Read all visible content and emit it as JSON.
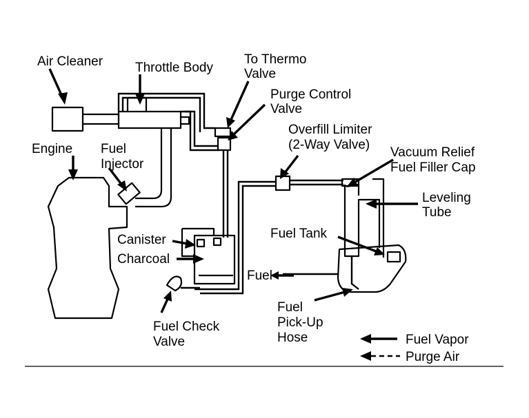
{
  "labels": {
    "air_cleaner": "Air Cleaner",
    "throttle_body": "Throttle Body",
    "to_thermo_1": "To Thermo",
    "to_thermo_2": "Valve",
    "purge_control_1": "Purge Control",
    "purge_control_2": "Valve",
    "engine": "Engine",
    "fuel_injector_1": "Fuel",
    "fuel_injector_2": "Injector",
    "overfill_1": "Overfill Limiter",
    "overfill_2": "(2-Way Valve)",
    "vacuum_relief_1": "Vacuum Relief",
    "vacuum_relief_2": "Fuel Filler Cap",
    "leveling_1": "Leveling",
    "leveling_2": "Tube",
    "fuel_tank": "Fuel Tank",
    "canister": "Canister",
    "charcoal": "Charcoal",
    "fuel": "Fuel",
    "fuel_pickup_1": "Fuel",
    "fuel_pickup_2": "Pick-Up",
    "fuel_pickup_3": "Hose",
    "fuel_check_1": "Fuel Check",
    "fuel_check_2": "Valve"
  },
  "legend": {
    "fuel_vapor": "Fuel Vapor",
    "purge_air": "Purge Air"
  }
}
